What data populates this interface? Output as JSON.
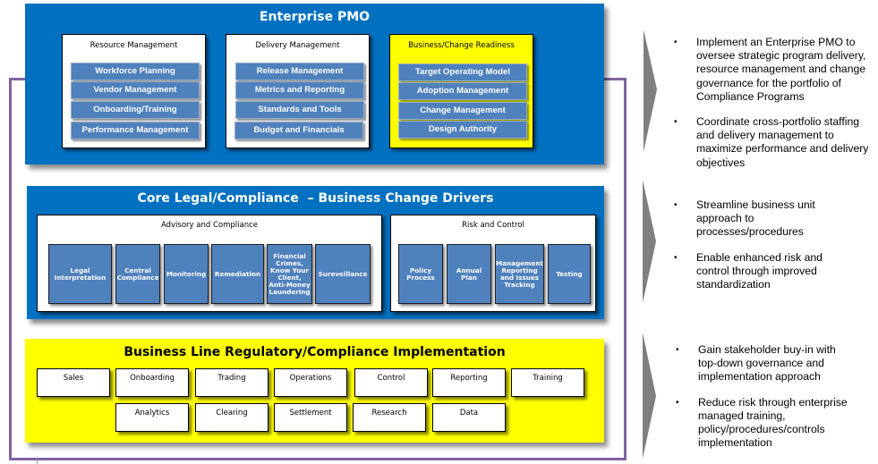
{
  "enterprise_pmo": {
    "title": "Enterprise PMO",
    "groups": [
      {
        "title": "Resource Management",
        "items": [
          "Workforce Planning",
          "Vendor Management",
          "Onboarding/Training",
          "Performance Management"
        ]
      },
      {
        "title": "Delivery Management",
        "items": [
          "Release Management",
          "Metrics and Reporting",
          "Standards and Tools",
          "Budget and Financials"
        ]
      },
      {
        "title": "Business/Change Readiness",
        "items": [
          "Target Operating Model",
          "Adoption Management",
          "Change Management",
          "Design Authority"
        ]
      }
    ]
  },
  "core_legal": {
    "title": "Core Legal/Compliance  – Business Change Drivers",
    "advisory": {
      "title": "Advisory and Compliance",
      "items": [
        "Legal Interpretation",
        "Central Compliance",
        "Monitoring",
        "Remediation",
        "Financial Crimes, Know Your Client, Anti-Money Laundering",
        "Sureveillance"
      ]
    },
    "risk": {
      "title": "Risk and Control",
      "items": [
        "Policy Process",
        "Annual Plan",
        "Management Reporting and Issues Tracking",
        "Testing"
      ]
    }
  },
  "business_line": {
    "title": "Business Line Regulatory/Compliance Implementation",
    "row1": [
      "Sales",
      "Onboarding",
      "Trading",
      "Operations",
      "Control",
      "Reporting",
      "Training"
    ],
    "row2": [
      "Analytics",
      "Clearing",
      "Settlement",
      "Research",
      "Data"
    ]
  },
  "notes": [
    {
      "bullets": [
        "Implement an Enterprise PMO to oversee  strategic program delivery, resource management and change governance for the portfolio of Compliance Programs",
        "Coordinate cross-portfolio staffing and delivery management to maximize performance and delivery objectives"
      ]
    },
    {
      "bullets": [
        "Streamline business unit approach to processes/procedures",
        "Enable enhanced risk and control through improved standardization"
      ]
    },
    {
      "bullets": [
        "Gain stakeholder buy-in with top-down governance  and implementation approach",
        "Reduce risk through enterprise managed training, policy/procedures/controls implementation"
      ]
    }
  ],
  "bullet_glyph": "•",
  "colors": {
    "pmo_blue": "#0070c0",
    "tile_blue": "#4f81bd",
    "highlight_yellow": "#ffff00",
    "frame_purple": "#8064a2",
    "chevron_gray": "#7f7f7f"
  }
}
